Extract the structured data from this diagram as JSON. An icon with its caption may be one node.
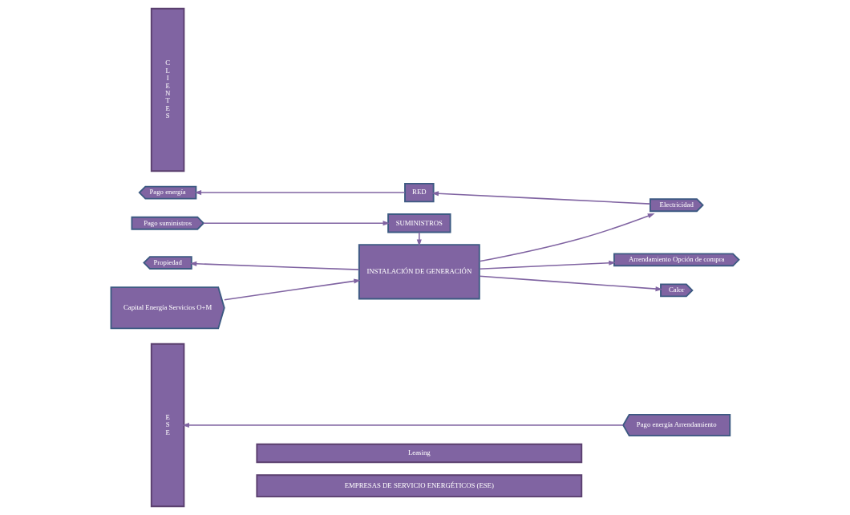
{
  "diagram": {
    "nodes": [
      {
        "text": [
          "EMPRESAS DE SERVICIO ENERGÉTICOS (ESE)"
        ]
      },
      {
        "text": [
          "Leasing"
        ]
      },
      {
        "text": [
          "E S E"
        ]
      },
      {
        "text": [
          "Pago energía"
        ]
      },
      {
        "text": [
          "RED"
        ]
      },
      {
        "text": [
          "Electricidad"
        ]
      },
      {
        "text": [
          "Propiedad"
        ]
      },
      {
        "text": [
          "INSTALACIÓN DE GENERACIÓN"
        ]
      },
      {
        "text": [
          "Calor"
        ]
      },
      {
        "text": [
          "Capital Energía Servicios O+M"
        ]
      },
      {
        "text": [
          "Arrendamiento Opción de compra"
        ]
      },
      {
        "text": [
          "C L I E N T E S"
        ]
      },
      {
        "text": [
          "Pago suministros"
        ]
      },
      {
        "text": [
          "SUMINISTROS"
        ]
      },
      {
        "text": [
          "Pago energía Arrendamiento"
        ]
      }
    ],
    "edges": [
      {
        "from": 4,
        "to": 3,
        "arrow": "to"
      },
      {
        "from": 5,
        "to": 4,
        "arrow": "to"
      },
      {
        "from": 7,
        "to": 6,
        "arrow": "to"
      },
      {
        "from": 9,
        "to": 7,
        "arrow": "to"
      },
      {
        "from": 7,
        "to": 5,
        "arrow": "to"
      },
      {
        "from": 7,
        "to": 8,
        "arrow": "to"
      },
      {
        "from": 7,
        "to": 10,
        "arrow": "to"
      },
      {
        "from": 13,
        "to": 7,
        "arrow": "to"
      },
      {
        "from": 12,
        "to": 13,
        "arrow": "to"
      },
      {
        "from": 14,
        "to": 2,
        "arrow": "to"
      }
    ]
  }
}
